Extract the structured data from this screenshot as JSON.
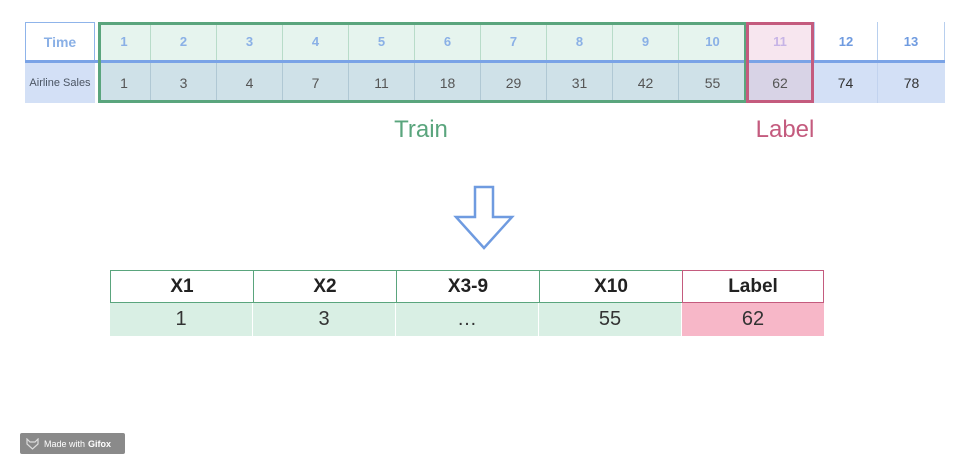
{
  "series_table": {
    "time_header": "Time",
    "sales_header": "Airline Sales",
    "times": [
      "1",
      "2",
      "3",
      "4",
      "5",
      "6",
      "7",
      "8",
      "9",
      "10",
      "11",
      "12",
      "13"
    ],
    "sales": [
      "1",
      "3",
      "4",
      "7",
      "11",
      "18",
      "29",
      "31",
      "42",
      "55",
      "62",
      "74",
      "78"
    ]
  },
  "annotations": {
    "train": "Train",
    "label": "Label"
  },
  "feature_table": {
    "headers": [
      "X1",
      "X2",
      "X3-9",
      "X10",
      "Label"
    ],
    "values": [
      "1",
      "3",
      "…",
      "55",
      "62"
    ]
  },
  "watermark": {
    "prefix": "Made with",
    "brand": "Gifox"
  },
  "colors": {
    "train": "#5aa57d",
    "label": "#c45b7e",
    "time_header": "#8ab0e6",
    "arrow": "#6f9be0"
  }
}
